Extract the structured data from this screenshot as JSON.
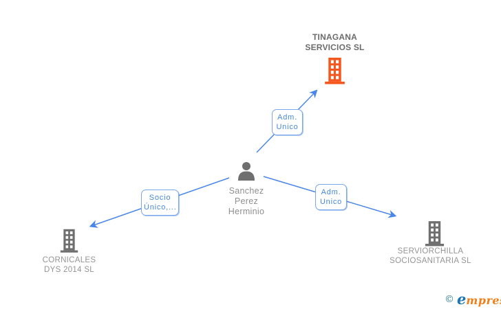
{
  "palette": {
    "edge_blue": "#4a86e8",
    "badge_border": "#7aa7ea",
    "badge_text": "#4587e0",
    "icon_gray": "#6f6f6f",
    "label_gray": "#949494",
    "main_label_gray": "#6b6b6b",
    "highlight_orange": "#f4581f",
    "logo_teal": "#2e8099",
    "logo_blue": "#1d76b4",
    "logo_orange": "#ef7f1a"
  },
  "nodes": {
    "company_main": {
      "line1": "TINAGANA",
      "line2": "SERVICIOS SL"
    },
    "person": {
      "line1": "Sanchez",
      "line2": "Perez",
      "line3": "Herminio"
    },
    "company_left": {
      "line1": "CORNICALES",
      "line2": "DYS 2014 SL"
    },
    "company_right": {
      "line1": "SERVIORCHILLA",
      "line2": "SOCIOSANITARIA SL"
    }
  },
  "edges": [
    {
      "line1": "Adm.",
      "line2": "Unico"
    },
    {
      "line1": "Socio",
      "line2": "Único,..."
    },
    {
      "line1": "Adm.",
      "line2": "Unico"
    }
  ],
  "footer": {
    "copyright": "©",
    "brand_e": "e",
    "brand_rest": "mpresia"
  }
}
